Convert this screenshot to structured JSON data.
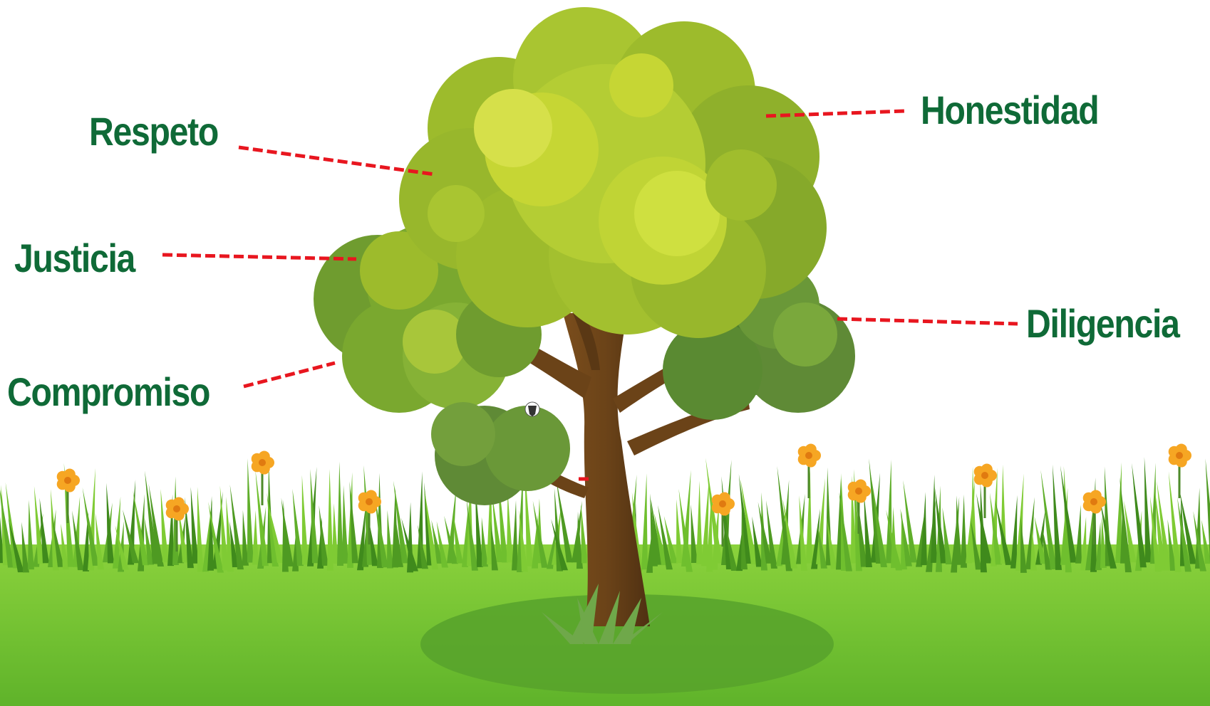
{
  "labels": {
    "respeto": "Respeto",
    "justicia": "Justicia",
    "compromiso": "Compromiso",
    "honestidad": "Honestidad",
    "diligencia": "Diligencia"
  },
  "colors": {
    "label_text": "#0f6a37",
    "connector": "#e8161f",
    "canopy_light": "#c6d634",
    "canopy_mid": "#9dbb2c",
    "canopy_dark": "#5f8a36",
    "trunk": "#6b4318",
    "grass": "#6fbf2e",
    "flower": "#f6a623"
  }
}
